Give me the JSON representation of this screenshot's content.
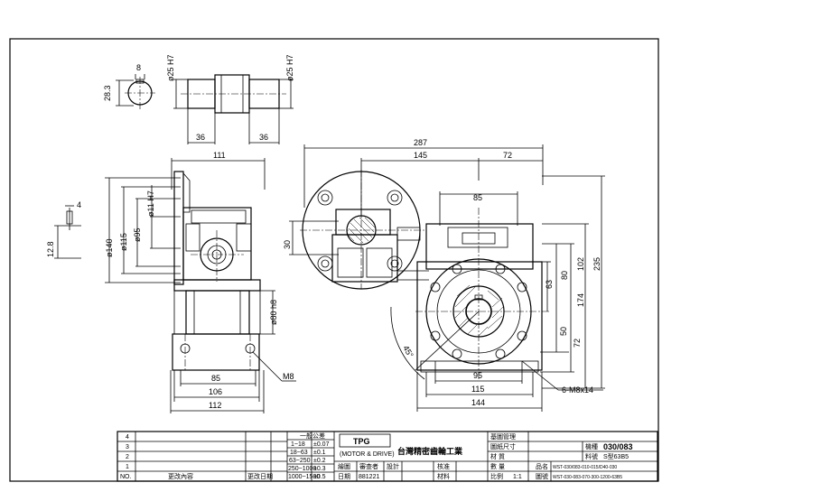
{
  "shaft_dims": {
    "dia_left": "ø25 H7",
    "dia_right": "ø25 H7",
    "key_height": "28.3",
    "key_width": "8",
    "len_left": "36",
    "len_right": "36"
  },
  "side_dims": {
    "top_width": "111",
    "flange_dia": "ø140",
    "pilot_dia": "ø115",
    "spigot_dia": "ø95",
    "bore_dia": "ø11 H7",
    "base_dia": "ø80 h8",
    "key_depth": "12.8",
    "key_width": "4",
    "w85": "85",
    "w106": "106",
    "w112": "112",
    "thread": "M8"
  },
  "front_dims": {
    "total_width": "287",
    "w145": "145",
    "w72": "72",
    "w85": "85",
    "h30": "30",
    "angle": "45°",
    "h235": "235",
    "h174": "174",
    "h102": "102",
    "h80": "80",
    "h63": "63",
    "h50": "50",
    "h72": "72",
    "w95": "95",
    "w115": "115",
    "w144": "144",
    "holes": "6-M8x14"
  },
  "title_block": {
    "tolerance_title": "一般公差",
    "tolerances": [
      {
        "range": "1~18",
        "tol": "±0.07"
      },
      {
        "range": "18~63",
        "tol": "±0.1"
      },
      {
        "range": "63~250",
        "tol": "±0.2"
      },
      {
        "range": "250~1000",
        "tol": "±0.3"
      },
      {
        "range": "1000~1500",
        "tol": "±0.5"
      }
    ],
    "revision_marks": [
      "4",
      "3",
      "2",
      "1"
    ],
    "no_label": "NO.",
    "change_content": "更改內容",
    "change_date": "更改日期",
    "logo_text": "TPG",
    "logo_sub": "(MOTOR & DRIVE)",
    "company": "台灣精密齒輪工業",
    "drawn_label": "繪圖",
    "checked_label": "審查者",
    "approved_label": "設計",
    "date_label": "日期",
    "date_value": "881221",
    "approve_label": "核准",
    "material_label": "材料",
    "drawing_mgmt": "基圖管理",
    "drawing_size": "圖紙尺寸",
    "material": "材 質",
    "quantity": "數 量",
    "scale_label": "比例",
    "scale_value": "1:1",
    "model_label": "機種",
    "model_value": "030/083",
    "part_label": "料號",
    "part_value": "S型63B5",
    "name_label": "品名",
    "name_value": "WST-030/083-010-015/D40-030",
    "drawing_no_label": "圖號",
    "drawing_no_value": "WST-030-083-070-300-1200-63B5"
  }
}
